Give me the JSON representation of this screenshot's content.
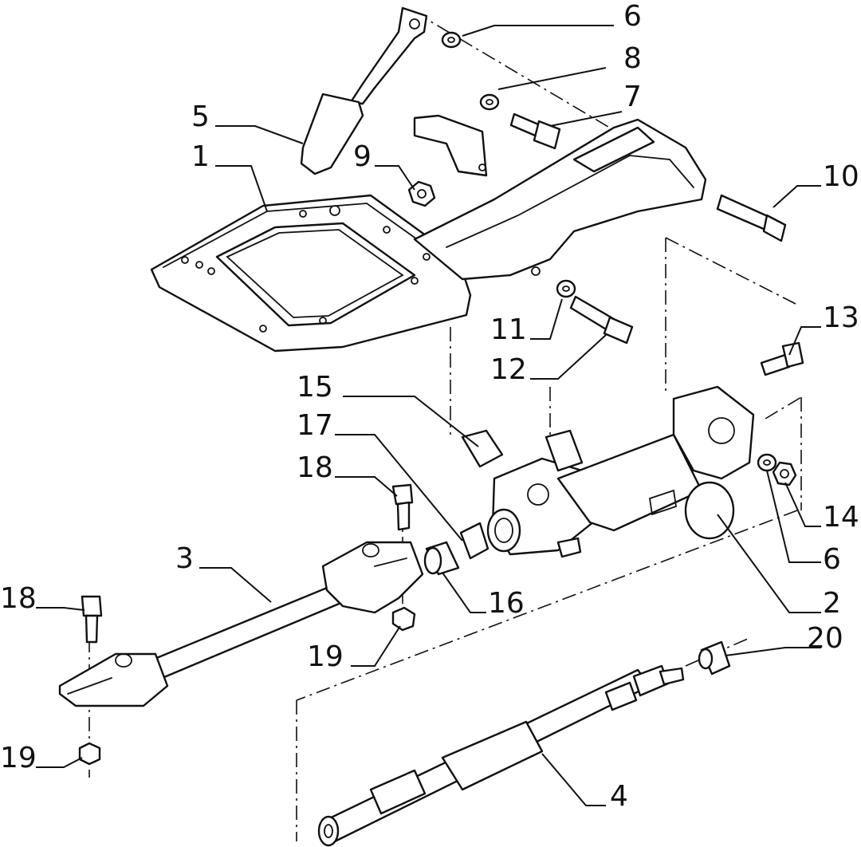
{
  "diagram": {
    "line_color": "#111111",
    "background": "#ffffff",
    "callouts": [
      {
        "id": "c6a",
        "label": "6"
      },
      {
        "id": "c8",
        "label": "8"
      },
      {
        "id": "c7",
        "label": "7"
      },
      {
        "id": "c5",
        "label": "5"
      },
      {
        "id": "c1",
        "label": "1"
      },
      {
        "id": "c9",
        "label": "9"
      },
      {
        "id": "c10",
        "label": "10"
      },
      {
        "id": "c13",
        "label": "13"
      },
      {
        "id": "c11",
        "label": "11"
      },
      {
        "id": "c12",
        "label": "12"
      },
      {
        "id": "c15",
        "label": "15"
      },
      {
        "id": "c17",
        "label": "17"
      },
      {
        "id": "c18a",
        "label": "18"
      },
      {
        "id": "c14",
        "label": "14"
      },
      {
        "id": "c3",
        "label": "3"
      },
      {
        "id": "c6b",
        "label": "6"
      },
      {
        "id": "c18b",
        "label": "18"
      },
      {
        "id": "c16",
        "label": "16"
      },
      {
        "id": "c2",
        "label": "2"
      },
      {
        "id": "c20",
        "label": "20"
      },
      {
        "id": "c19a",
        "label": "19"
      },
      {
        "id": "c19b",
        "label": "19"
      },
      {
        "id": "c4",
        "label": "4"
      }
    ]
  }
}
